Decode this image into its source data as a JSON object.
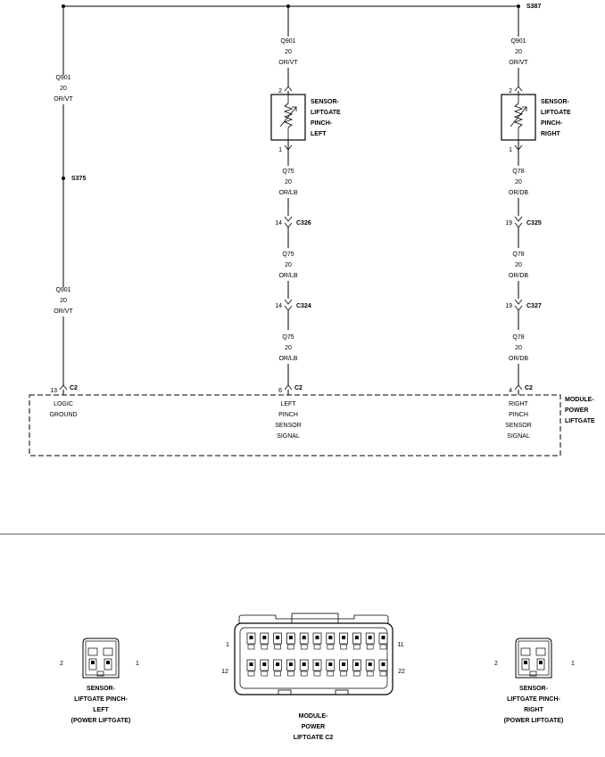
{
  "splices": {
    "s387": "S387",
    "s375": "S375"
  },
  "wires": {
    "left_upper": [
      "Q901",
      "20",
      "OR/VT"
    ],
    "left_lower": [
      "Q901",
      "20",
      "OR/VT"
    ],
    "mid_top": [
      "Q901",
      "20",
      "OR/VT"
    ],
    "mid_1": [
      "Q75",
      "20",
      "OR/LB"
    ],
    "mid_2": [
      "Q75",
      "20",
      "OR/LB"
    ],
    "mid_3": [
      "Q75",
      "20",
      "OR/LB"
    ],
    "right_top": [
      "Q901",
      "20",
      "OR/VT"
    ],
    "right_1": [
      "Q78",
      "20",
      "OR/DB"
    ],
    "right_2": [
      "Q78",
      "20",
      "OR/DB"
    ],
    "right_3": [
      "Q78",
      "20",
      "OR/DB"
    ]
  },
  "sensor_left": {
    "lines": [
      "SENSOR-",
      "LIFTGATE",
      "PINCH-",
      "LEFT"
    ],
    "pin_top": "2",
    "pin_bottom": "1"
  },
  "sensor_right": {
    "lines": [
      "SENSOR-",
      "LIFTGATE",
      "PINCH-",
      "RIGHT"
    ],
    "pin_top": "2",
    "pin_bottom": "1"
  },
  "inline_connectors": {
    "mid_a": {
      "pin": "14",
      "name": "C326"
    },
    "mid_b": {
      "pin": "14",
      "name": "C324"
    },
    "right_a": {
      "pin": "19",
      "name": "C325"
    },
    "right_b": {
      "pin": "19",
      "name": "C327"
    }
  },
  "module": {
    "lines": [
      "MODULE-",
      "POWER",
      "LIFTGATE"
    ],
    "pins": [
      {
        "pin": "13",
        "conn": "C2",
        "label": [
          "LOGIC",
          "GROUND"
        ]
      },
      {
        "pin": "6",
        "conn": "C2",
        "label": [
          "LEFT",
          "PINCH",
          "SENSOR",
          "SIGNAL"
        ]
      },
      {
        "pin": "4",
        "conn": "C2",
        "label": [
          "RIGHT",
          "PINCH",
          "SENSOR",
          "SIGNAL"
        ]
      }
    ]
  },
  "connector_views": {
    "left": {
      "pin_left": "2",
      "pin_right": "1",
      "caption": [
        "SENSOR-",
        "LIFTGATE PINCH-",
        "LEFT",
        "(POWER LIFTGATE)"
      ]
    },
    "center": {
      "pin_tl": "1",
      "pin_tr": "11",
      "pin_bl": "12",
      "pin_br": "22",
      "caption": [
        "MODULE-",
        "POWER",
        "LIFTGATE C2"
      ]
    },
    "right": {
      "pin_left": "2",
      "pin_right": "1",
      "caption": [
        "SENSOR-",
        "LIFTGATE PINCH-",
        "RIGHT",
        "(POWER LIFTGATE)"
      ]
    }
  }
}
